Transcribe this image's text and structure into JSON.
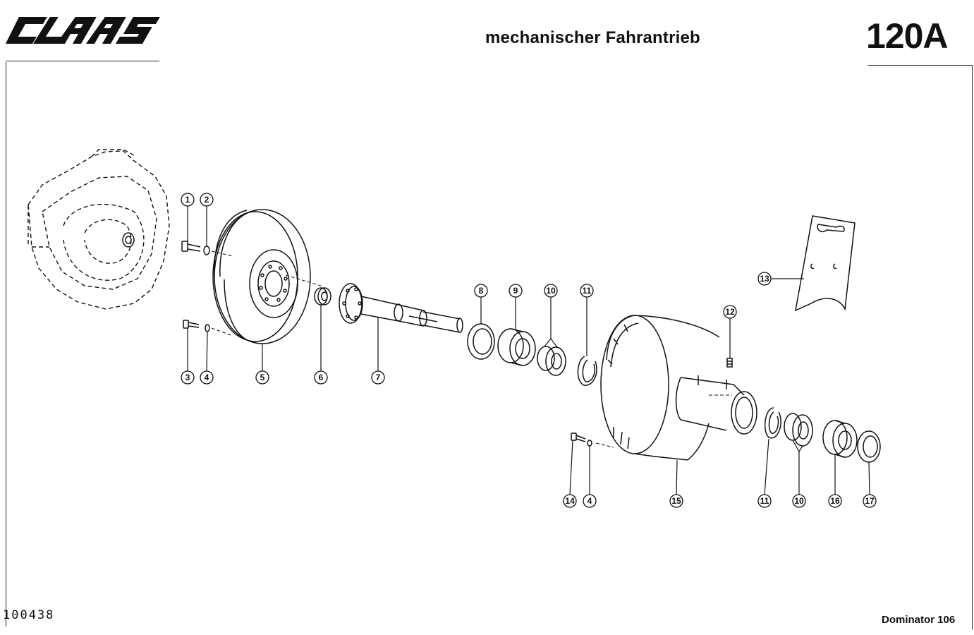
{
  "header": {
    "logo_text": "CLAAS",
    "title": "mechanischer Fahrantrieb",
    "page_number": "120A"
  },
  "footer": {
    "document_number": "100438",
    "model": "Dominator 106"
  },
  "diagram": {
    "callouts": [
      "1",
      "2",
      "3",
      "4",
      "5",
      "6",
      "7",
      "8",
      "9",
      "10",
      "11",
      "12",
      "13",
      "14",
      "4",
      "15",
      "11",
      "10",
      "16",
      "17"
    ]
  }
}
